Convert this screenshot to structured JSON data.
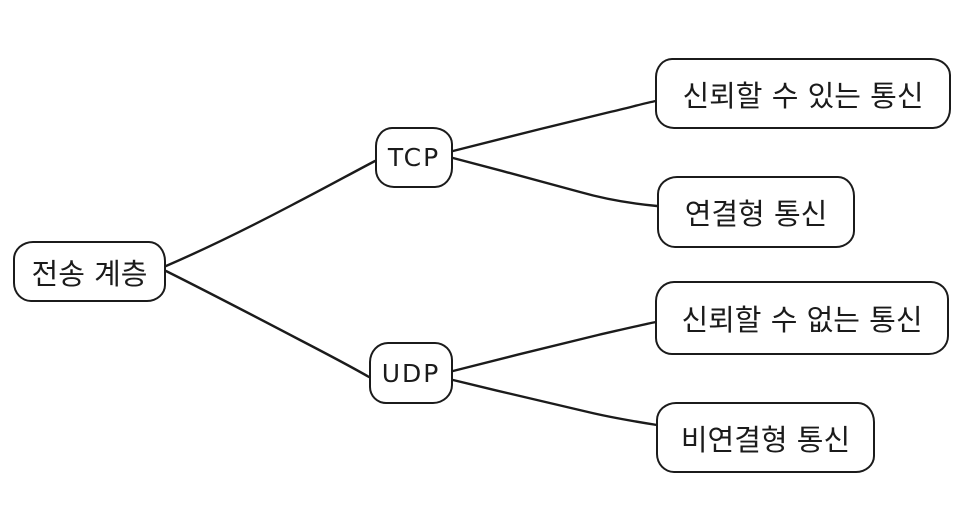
{
  "diagram": {
    "type": "mindmap-tree",
    "colors": {
      "background": "#ffffff",
      "stroke": "#1b1b1b",
      "text": "#1b1b1b"
    },
    "root": {
      "label": "전송 계층"
    },
    "branches": [
      {
        "label": "TCP",
        "children": [
          {
            "label": "신뢰할 수 있는 통신"
          },
          {
            "label": "연결형 통신"
          }
        ]
      },
      {
        "label": "UDP",
        "children": [
          {
            "label": "신뢰할 수 없는 통신"
          },
          {
            "label": "비연결형 통신"
          }
        ]
      }
    ]
  }
}
